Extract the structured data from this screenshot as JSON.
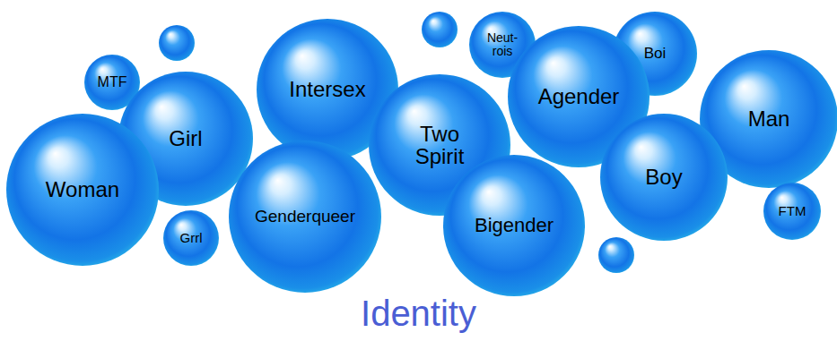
{
  "diagram": {
    "caption": "Identity",
    "nodes": [
      {
        "text": [
          "Neut- rois"
        ]
      },
      {
        "text": [
          "Boi"
        ]
      },
      {
        "text": [
          "MTF"
        ]
      },
      {
        "text": [
          "Intersex"
        ]
      },
      {
        "text": [
          "Agender"
        ]
      },
      {
        "text": [
          "Man"
        ]
      },
      {
        "text": [
          "Girl"
        ]
      },
      {
        "text": [
          "Two Spirit"
        ]
      },
      {
        "text": [
          "Boy"
        ]
      },
      {
        "text": [
          "Woman"
        ]
      },
      {
        "text": [
          "FTM"
        ]
      },
      {
        "text": [
          "Genderqueer"
        ]
      },
      {
        "text": [
          "Bigender"
        ]
      },
      {
        "text": [
          "Grrl"
        ]
      }
    ]
  }
}
